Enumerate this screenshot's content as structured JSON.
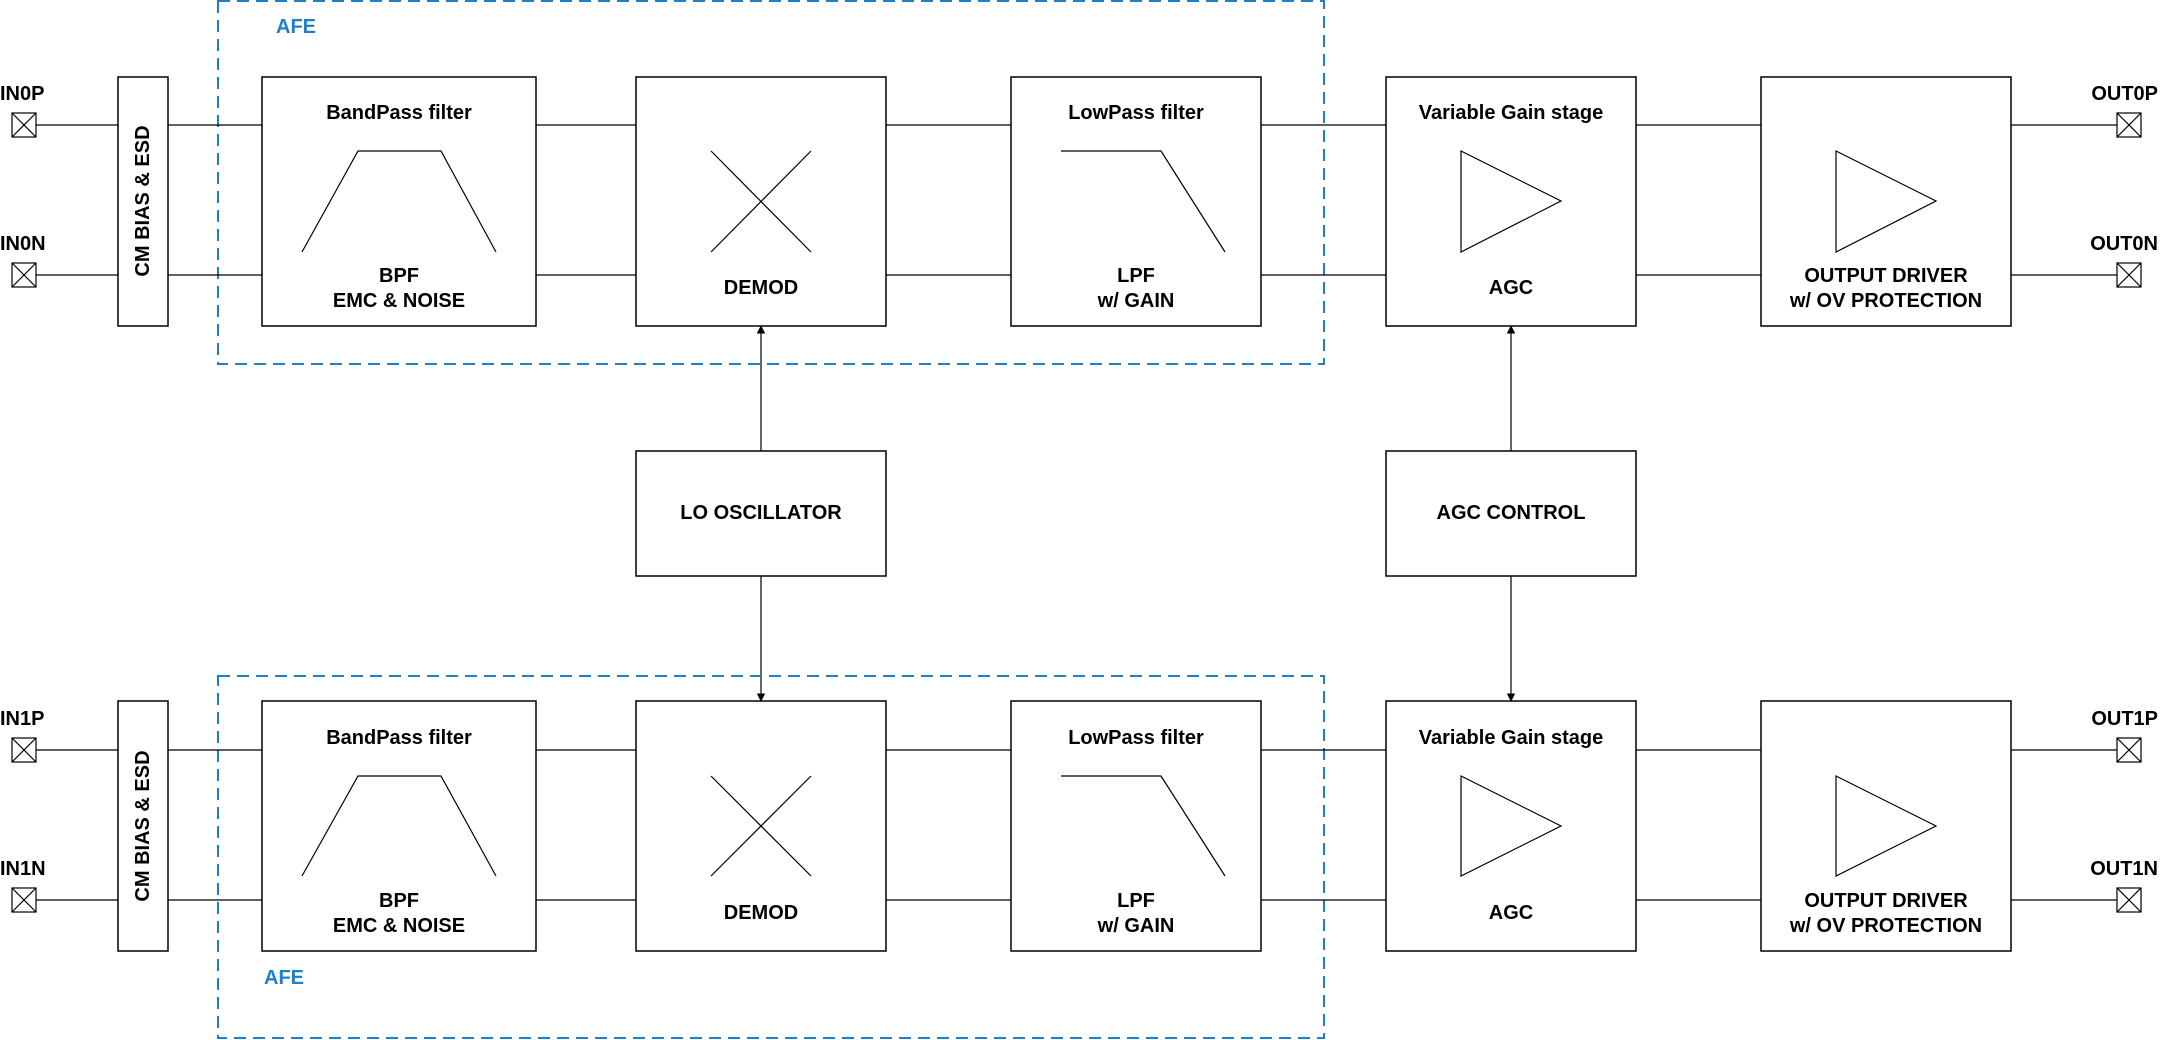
{
  "colors": {
    "afe_border": "#1f7fc9",
    "afe_label": "#1f7fc9",
    "lines": "#000000",
    "block_fill": "#ffffff"
  },
  "channels": [
    {
      "afe_label": "AFE",
      "inputs": [
        "IN0P",
        "IN0N"
      ],
      "outputs": [
        "OUT0P",
        "OUT0N"
      ],
      "cm_bias": "CM BIAS & ESD",
      "bpf": {
        "title": "BandPass filter",
        "label1": "BPF",
        "label2": "EMC & NOISE"
      },
      "demod": {
        "label": "DEMOD"
      },
      "lpf": {
        "title": "LowPass filter",
        "label1": "LPF",
        "label2": "w/ GAIN"
      },
      "vga": {
        "title": "Variable Gain stage",
        "label": "AGC"
      },
      "driver": {
        "label1": "OUTPUT DRIVER",
        "label2": "w/ OV PROTECTION"
      }
    },
    {
      "afe_label": "AFE",
      "inputs": [
        "IN1P",
        "IN1N"
      ],
      "outputs": [
        "OUT1P",
        "OUT1N"
      ],
      "cm_bias": "CM BIAS & ESD",
      "bpf": {
        "title": "BandPass filter",
        "label1": "BPF",
        "label2": "EMC & NOISE"
      },
      "demod": {
        "label": "DEMOD"
      },
      "lpf": {
        "title": "LowPass filter",
        "label1": "LPF",
        "label2": "w/ GAIN"
      },
      "vga": {
        "title": "Variable Gain stage",
        "label": "AGC"
      },
      "driver": {
        "label1": "OUTPUT DRIVER",
        "label2": "w/ OV PROTECTION"
      }
    }
  ],
  "shared": {
    "lo_oscillator": "LO OSCILLATOR",
    "agc_control": "AGC CONTROL"
  }
}
